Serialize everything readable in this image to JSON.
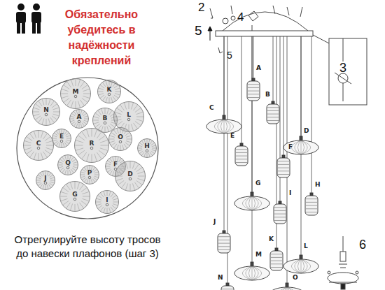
{
  "diagram": {
    "nodes": [
      {
        "text": [
          "M"
        ]
      },
      {
        "text": [
          "K"
        ]
      },
      {
        "text": [
          "N"
        ]
      },
      {
        "text": [
          "A"
        ]
      },
      {
        "text": [
          "B"
        ]
      },
      {
        "text": [
          "L"
        ]
      },
      {
        "text": [
          "C"
        ]
      },
      {
        "text": [
          "E"
        ]
      },
      {
        "text": [
          "R"
        ]
      },
      {
        "text": [
          "O"
        ]
      },
      {
        "text": [
          "H"
        ]
      },
      {
        "text": [
          "Q"
        ]
      },
      {
        "text": [
          "F"
        ]
      },
      {
        "text": [
          "J"
        ]
      },
      {
        "text": [
          "P"
        ]
      },
      {
        "text": [
          "D"
        ]
      },
      {
        "text": [
          "G"
        ]
      },
      {
        "text": [
          "I"
        ]
      }
    ],
    "labels": [
      "Обязательно убедитесь в надёжности креплений",
      "Отрегулируйте высоту тросов до навески плафонов (шаг 3)",
      "2",
      "4",
      "5",
      "5",
      "3",
      "6",
      "A",
      "B",
      "C",
      "D",
      "E",
      "F",
      "G",
      "H",
      "I",
      "J",
      "K",
      "L",
      "M",
      "N",
      "O"
    ]
  }
}
